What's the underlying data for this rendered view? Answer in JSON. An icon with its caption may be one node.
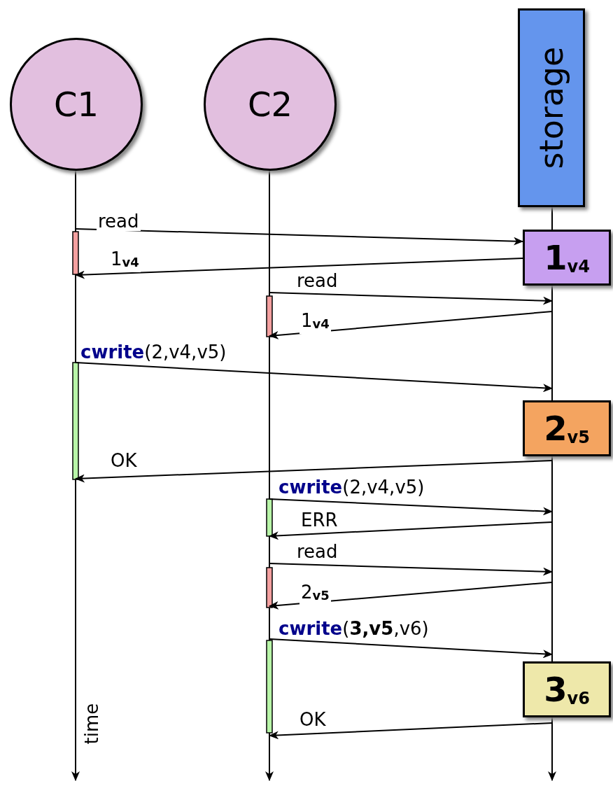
{
  "diagram": {
    "nodes": [
      {
        "text": [
          "C1"
        ]
      },
      {
        "text": [
          "C2"
        ]
      },
      {
        "text": [
          "storage"
        ]
      },
      {
        "text": [],
        "shape": "line"
      },
      {
        "text": [],
        "shape": "line"
      },
      {
        "text": [],
        "shape": "line"
      },
      {
        "text": [
          "1$_{v4}$"
        ]
      },
      {
        "text": [
          "2$_{v5}$"
        ]
      },
      {
        "text": [
          "3$_{v6}$"
        ]
      }
    ],
    "edges": [
      {
        "from": 3,
        "to": 6,
        "arrow": "to",
        "label": "read"
      },
      {
        "from": 6,
        "to": 3,
        "arrow": "to",
        "label": "1$_{v4}$"
      },
      {
        "from": 4,
        "to": 5,
        "arrow": "to",
        "label": "read"
      },
      {
        "from": 5,
        "to": 4,
        "arrow": "to",
        "label": "1$_{v4}$"
      },
      {
        "from": 3,
        "to": 5,
        "arrow": "to",
        "label": "**cwrite**(2,v4,v5)"
      },
      {
        "from": 5,
        "to": 3,
        "arrow": "to",
        "label": "OK"
      },
      {
        "from": 4,
        "to": 5,
        "arrow": "to",
        "label": "**cwrite**(2,v4,v5)"
      },
      {
        "from": 5,
        "to": 4,
        "arrow": "to",
        "label": "ERR"
      },
      {
        "from": 4,
        "to": 5,
        "arrow": "to",
        "label": "read"
      },
      {
        "from": 5,
        "to": 4,
        "arrow": "to",
        "label": "2$_{v5}$"
      },
      {
        "from": 4,
        "to": 5,
        "arrow": "to",
        "label": "**cwrite**(**3,v5**,v6)"
      },
      {
        "from": 5,
        "to": 4,
        "arrow": "to",
        "label": "OK"
      }
    ],
    "labels": [
      "time"
    ]
  }
}
